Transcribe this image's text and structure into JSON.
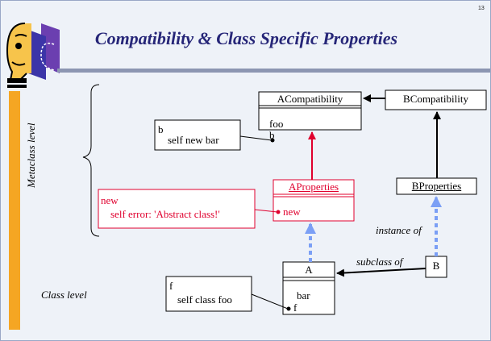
{
  "page_number": "13",
  "title": "Compatibility & Class Specific Properties",
  "levels": {
    "metaclass": "Metaclass level",
    "class": "Class level"
  },
  "classes": {
    "acompat": {
      "name": "ACompatibility",
      "methods": [
        "foo",
        "b"
      ]
    },
    "bcompat": {
      "name": "BCompatibility"
    },
    "aprops": {
      "name": "AProperties",
      "methods": [
        "new"
      ]
    },
    "bprops": {
      "name": "BProperties"
    },
    "a": {
      "name": "A",
      "methods": [
        "bar",
        "f"
      ]
    },
    "b": {
      "name": "B"
    }
  },
  "notes": {
    "b": {
      "name": "b",
      "body": "self new bar"
    },
    "new": {
      "name": "new",
      "body": "self error: 'Abstract class!'"
    },
    "f": {
      "name": "f",
      "body": "self class foo"
    }
  },
  "relations": {
    "instance_of": "instance of",
    "subclass_of": "subclass of"
  },
  "colors": {
    "title": "#262678",
    "highlight": "#e0002e",
    "instance_arrow": "#7b9ff5",
    "background": "#eef2f8"
  }
}
